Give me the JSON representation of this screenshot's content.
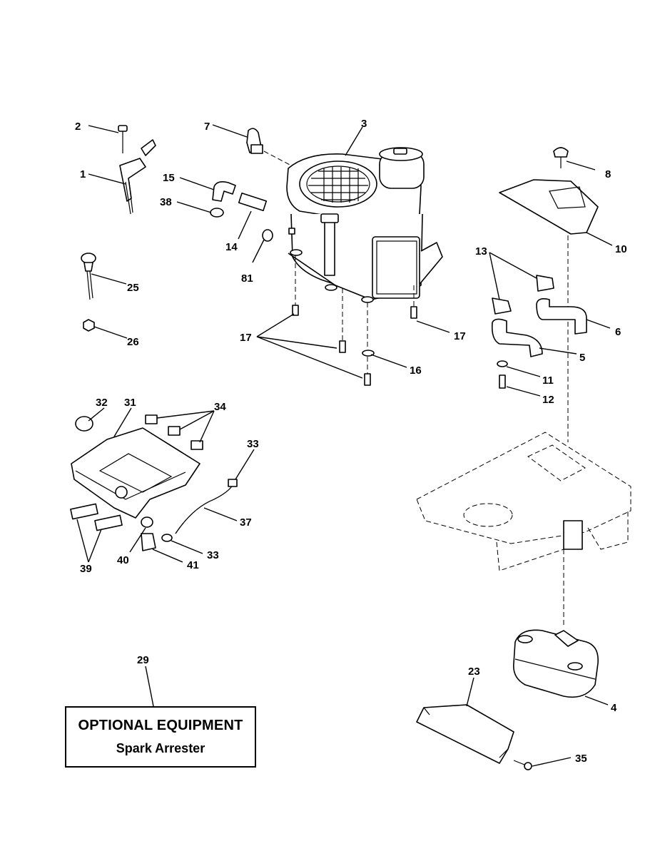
{
  "callouts": [
    {
      "id": "c2",
      "text": "2"
    },
    {
      "id": "c7",
      "text": "7"
    },
    {
      "id": "c3",
      "text": "3"
    },
    {
      "id": "c1",
      "text": "1"
    },
    {
      "id": "c15",
      "text": "15"
    },
    {
      "id": "c8",
      "text": "8"
    },
    {
      "id": "c38",
      "text": "38"
    },
    {
      "id": "c14",
      "text": "14"
    },
    {
      "id": "c10",
      "text": "10"
    },
    {
      "id": "c13",
      "text": "13"
    },
    {
      "id": "c81",
      "text": "81"
    },
    {
      "id": "c25",
      "text": "25"
    },
    {
      "id": "c26",
      "text": "26"
    },
    {
      "id": "c17a",
      "text": "17"
    },
    {
      "id": "c17b",
      "text": "17"
    },
    {
      "id": "c6",
      "text": "6"
    },
    {
      "id": "c5",
      "text": "5"
    },
    {
      "id": "c16",
      "text": "16"
    },
    {
      "id": "c11",
      "text": "11"
    },
    {
      "id": "c12",
      "text": "12"
    },
    {
      "id": "c32",
      "text": "32"
    },
    {
      "id": "c31",
      "text": "31"
    },
    {
      "id": "c34",
      "text": "34"
    },
    {
      "id": "c33a",
      "text": "33"
    },
    {
      "id": "c37",
      "text": "37"
    },
    {
      "id": "c40",
      "text": "40"
    },
    {
      "id": "c33b",
      "text": "33"
    },
    {
      "id": "c41",
      "text": "41"
    },
    {
      "id": "c39",
      "text": "39"
    },
    {
      "id": "c29",
      "text": "29"
    },
    {
      "id": "c23",
      "text": "23"
    },
    {
      "id": "c4",
      "text": "4"
    },
    {
      "id": "c35",
      "text": "35"
    }
  ],
  "optional_box": {
    "title": "OPTIONAL EQUIPMENT",
    "subtitle": "Spark Arrester"
  }
}
